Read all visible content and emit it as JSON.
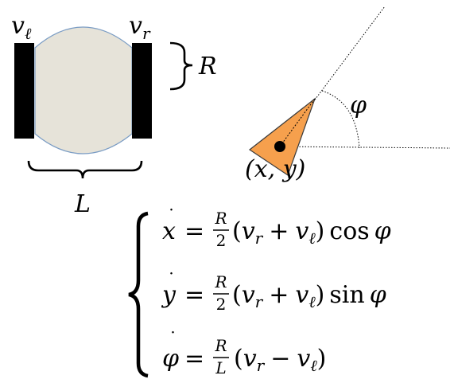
{
  "robot": {
    "left_wheel_label": "v",
    "left_wheel_sub": "ℓ",
    "right_wheel_label": "v",
    "right_wheel_sub": "r",
    "radius_label": "R",
    "width_label": "L",
    "body_color": "#e6e3d9",
    "body_stroke": "#7a9cc4",
    "wheel_color": "#000000"
  },
  "pose": {
    "position_label": "(x, y)",
    "angle_label": "φ",
    "triangle_color": "#f6a04d",
    "triangle_stroke": "#3a3a3a"
  },
  "equations": [
    {
      "lhs": "x",
      "frac_num": "R",
      "frac_den": "2",
      "paren_a": "v",
      "paren_a_sub": "r",
      "op": "+",
      "paren_b": "v",
      "paren_b_sub": "ℓ",
      "trig": "cos",
      "trig_arg": "φ"
    },
    {
      "lhs": "y",
      "frac_num": "R",
      "frac_den": "2",
      "paren_a": "v",
      "paren_a_sub": "r",
      "op": "+",
      "paren_b": "v",
      "paren_b_sub": "ℓ",
      "trig": "sin",
      "trig_arg": "φ"
    },
    {
      "lhs": "φ",
      "frac_num": "R",
      "frac_den": "L",
      "paren_a": "v",
      "paren_a_sub": "r",
      "op": "−",
      "paren_b": "v",
      "paren_b_sub": "ℓ",
      "trig": "",
      "trig_arg": ""
    }
  ]
}
